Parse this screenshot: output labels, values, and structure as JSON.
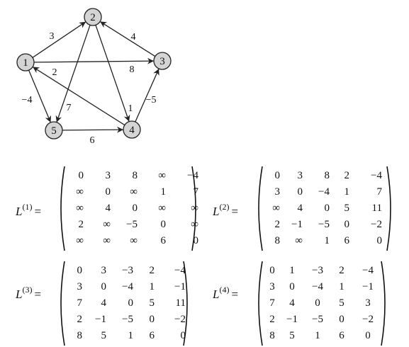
{
  "graph": {
    "nodes": [
      {
        "id": "1",
        "label": "1"
      },
      {
        "id": "2",
        "label": "2"
      },
      {
        "id": "3",
        "label": "3"
      },
      {
        "id": "4",
        "label": "4"
      },
      {
        "id": "5",
        "label": "5"
      }
    ],
    "edges": [
      {
        "from": "1",
        "to": "2",
        "weight": "3"
      },
      {
        "from": "1",
        "to": "3",
        "weight": "8"
      },
      {
        "from": "1",
        "to": "5",
        "weight": "−4"
      },
      {
        "from": "2",
        "to": "4",
        "weight": "1"
      },
      {
        "from": "2",
        "to": "5",
        "weight": "7"
      },
      {
        "from": "3",
        "to": "2",
        "weight": "4"
      },
      {
        "from": "4",
        "to": "1",
        "weight": "2"
      },
      {
        "from": "4",
        "to": "3",
        "weight": "−5"
      },
      {
        "from": "5",
        "to": "4",
        "weight": "6"
      }
    ]
  },
  "matrices": [
    {
      "name": "L",
      "superscript": "(1)",
      "equals": "=",
      "rows": [
        [
          "0",
          "3",
          "8",
          "∞",
          "−4"
        ],
        [
          "∞",
          "0",
          "∞",
          "1",
          "7"
        ],
        [
          "∞",
          "4",
          "0",
          "∞",
          "∞"
        ],
        [
          "2",
          "∞",
          "−5",
          "0",
          "∞"
        ],
        [
          "∞",
          "∞",
          "∞",
          "6",
          "0"
        ]
      ]
    },
    {
      "name": "L",
      "superscript": "(2)",
      "equals": "=",
      "rows": [
        [
          "0",
          "3",
          "8",
          "2",
          "−4"
        ],
        [
          "3",
          "0",
          "−4",
          "1",
          "7"
        ],
        [
          "∞",
          "4",
          "0",
          "5",
          "11"
        ],
        [
          "2",
          "−1",
          "−5",
          "0",
          "−2"
        ],
        [
          "8",
          "∞",
          "1",
          "6",
          "0"
        ]
      ]
    },
    {
      "name": "L",
      "superscript": "(3)",
      "equals": "=",
      "rows": [
        [
          "0",
          "3",
          "−3",
          "2",
          "−4"
        ],
        [
          "3",
          "0",
          "−4",
          "1",
          "−1"
        ],
        [
          "7",
          "4",
          "0",
          "5",
          "11"
        ],
        [
          "2",
          "−1",
          "−5",
          "0",
          "−2"
        ],
        [
          "8",
          "5",
          "1",
          "6",
          "0"
        ]
      ]
    },
    {
      "name": "L",
      "superscript": "(4)",
      "equals": "=",
      "rows": [
        [
          "0",
          "1",
          "−3",
          "2",
          "−4"
        ],
        [
          "3",
          "0",
          "−4",
          "1",
          "−1"
        ],
        [
          "7",
          "4",
          "0",
          "5",
          "3"
        ],
        [
          "2",
          "−1",
          "−5",
          "0",
          "−2"
        ],
        [
          "8",
          "5",
          "1",
          "6",
          "0"
        ]
      ]
    }
  ]
}
